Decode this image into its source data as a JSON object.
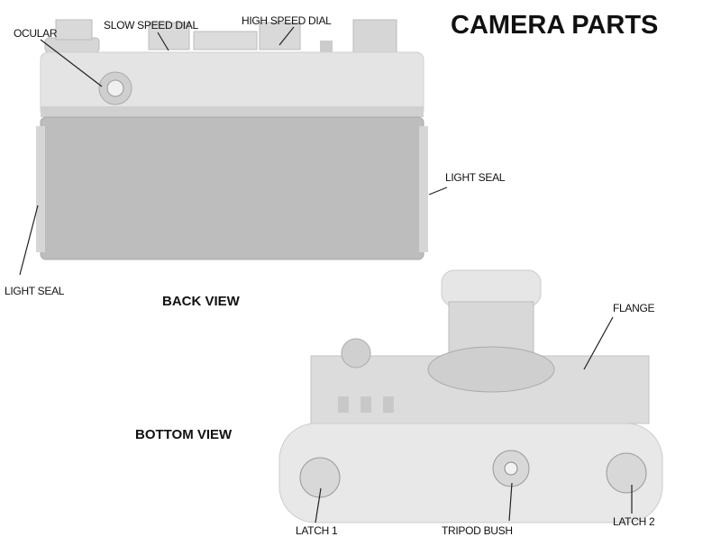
{
  "title": "CAMERA PARTS",
  "views": {
    "back": "BACK VIEW",
    "bottom": "BOTTOM VIEW"
  },
  "labels": {
    "ocular": "OCULAR",
    "slow_speed_dial": "SLOW SPEED  DIAL",
    "high_speed_dial": "HIGH SPEED  DIAL",
    "light_seal_right": "LIGHT SEAL",
    "light_seal_left": "LIGHT SEAL",
    "flange": "FLANGE",
    "latch1": "LATCH 1",
    "tripod_bush": "TRIPOD BUSH",
    "latch2": "LATCH 2"
  },
  "colors": {
    "body": "#e2e2e2",
    "leatherette": "#bdbdbd",
    "line": "#222222"
  }
}
